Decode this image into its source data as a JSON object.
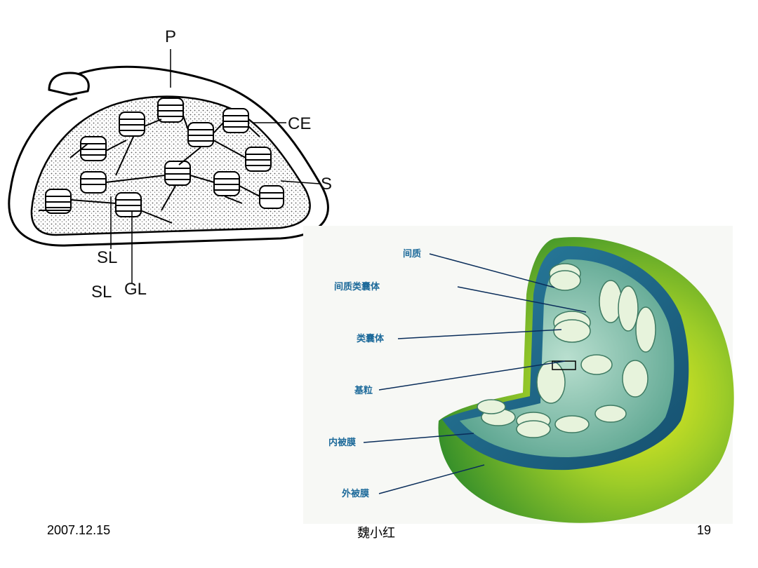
{
  "sketch": {
    "labels": {
      "P": "P",
      "CE": "CE",
      "S": "S",
      "SL_upper": "SL",
      "SL_lower": "SL",
      "GL": "GL"
    }
  },
  "model": {
    "labels": {
      "stroma": "间质",
      "stroma_thylakoid": "间质类囊体",
      "thylakoid": "类囊体",
      "granum": "基粒",
      "inner_membrane": "内被膜",
      "outer_membrane": "外被膜"
    },
    "colors": {
      "outer": "#8fc72a",
      "inner": "#1f6f8f",
      "label": "#1d6a9a",
      "line": "#0a2d5a"
    }
  },
  "footer": {
    "date": "2007.12.15",
    "author": "魏小红",
    "page": "19"
  }
}
